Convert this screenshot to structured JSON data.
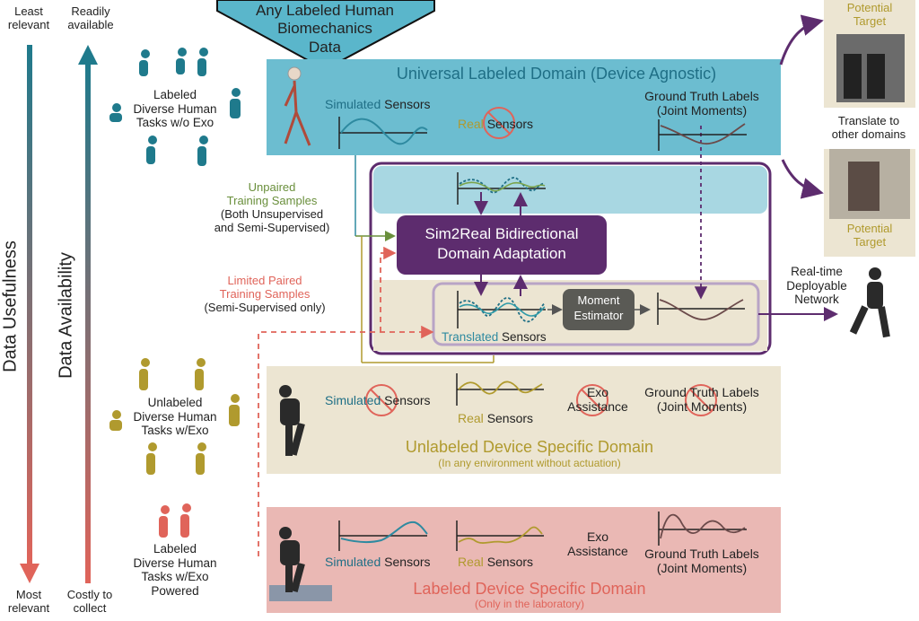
{
  "left_axis": {
    "usefulness_top": "Least\nrelevant",
    "usefulness_bottom": "Most\nrelevant",
    "usefulness_label": "Data Usefulness",
    "availability_top": "Readily\navailable",
    "availability_bottom": "Costly to\ncollect",
    "availability_label": "Data Availability"
  },
  "callout": {
    "text": "Any Labeled Human\nBiomechanics\nData"
  },
  "universal": {
    "title": "Universal Labeled Domain (Device Agnostic)",
    "sim_word": "Simulated",
    "sensors": "Sensors",
    "real_word": "Real",
    "gt_title": "Ground Truth Labels",
    "gt_sub": "(Joint Moments)"
  },
  "tasks": {
    "wo_exo": "Labeled\nDiverse Human\nTasks w/o Exo",
    "w_exo": "Unlabeled\nDiverse Human\nTasks w/Exo",
    "powered": "Labeled\nDiverse Human\nTasks w/Exo\nPowered"
  },
  "training": {
    "unpaired_1": "Unpaired",
    "unpaired_2": "Training Samples",
    "unpaired_3": "(Both Unsupervised\nand Semi-Supervised)",
    "paired_1": "Limited Paired",
    "paired_2": "Training Samples",
    "paired_3": "(Semi-Supervised only)"
  },
  "adaptation": {
    "title": "Sim2Real Bidirectional\nDomain Adaptation",
    "moment_estimator": "Moment\nEstimator",
    "translated_word": "Translated",
    "sensors": "Sensors"
  },
  "right": {
    "potential_target": "Potential\nTarget",
    "translate": "Translate to\nother domains",
    "realtime": "Real-time\nDeployable\nNetwork"
  },
  "unlabeled": {
    "title": "Unlabeled Device Specific Domain",
    "subtitle": "(In any environment without actuation)",
    "sim_word": "Simulated",
    "sensors": "Sensors",
    "real_word": "Real",
    "exo": "Exo\nAssistance",
    "gt_title": "Ground Truth Labels",
    "gt_sub": "(Joint Moments)"
  },
  "labeled": {
    "title": "Labeled Device Specific Domain",
    "subtitle": "(Only in the laboratory)",
    "sim_word": "Simulated",
    "sensors": "Sensors",
    "real_word": "Real",
    "exo": "Exo\nAssistance",
    "gt_title": "Ground Truth Labels",
    "gt_sub": "(Joint Moments)"
  },
  "colors": {
    "teal": "#1f7a8c",
    "universal_bg": "#6cbdd0",
    "tan_bg": "#ece5d2",
    "pink_bg": "#eab8b4",
    "purple": "#5d2c6e",
    "olive": "#b09a2e",
    "red": "#e0645a",
    "gray_box": "#5a5a55"
  }
}
